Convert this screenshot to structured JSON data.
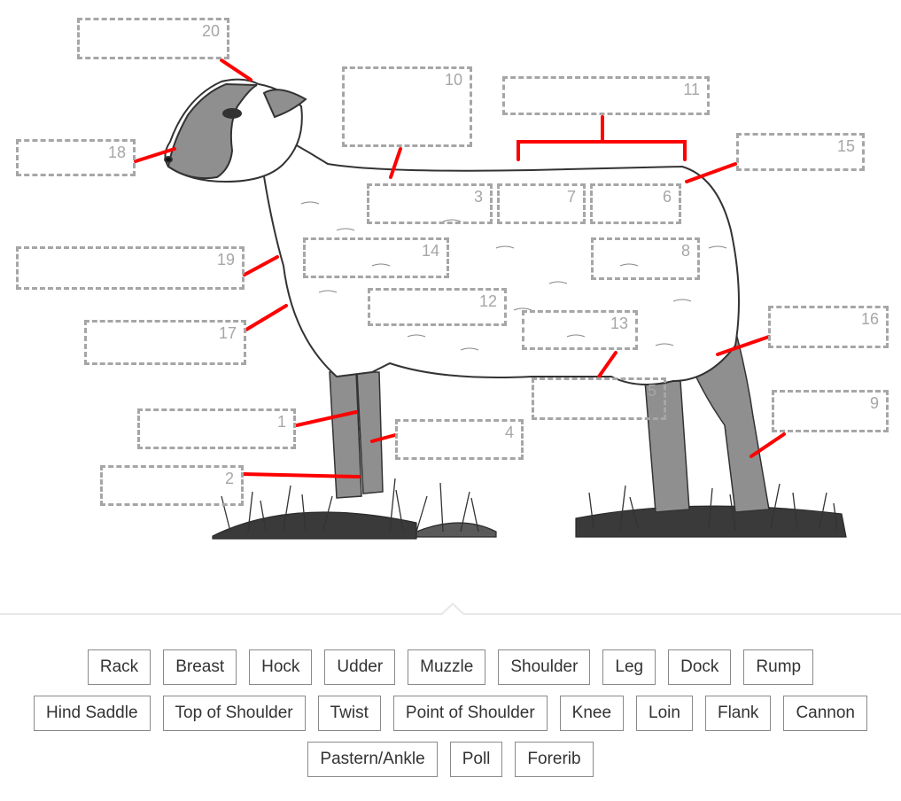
{
  "drop_zones": [
    {
      "number": "1"
    },
    {
      "number": "2"
    },
    {
      "number": "3"
    },
    {
      "number": "4"
    },
    {
      "number": "5"
    },
    {
      "number": "6"
    },
    {
      "number": "7"
    },
    {
      "number": "8"
    },
    {
      "number": "9"
    },
    {
      "number": "10"
    },
    {
      "number": "11"
    },
    {
      "number": "12"
    },
    {
      "number": "13"
    },
    {
      "number": "14"
    },
    {
      "number": "15"
    },
    {
      "number": "16"
    },
    {
      "number": "17"
    },
    {
      "number": "18"
    },
    {
      "number": "19"
    },
    {
      "number": "20"
    }
  ],
  "label_bank": {
    "row1": [
      "Rack",
      "Breast",
      "Hock",
      "Udder",
      "Muzzle",
      "Shoulder",
      "Leg",
      "Dock",
      "Rump"
    ],
    "row2": [
      "Hind Saddle",
      "Top of Shoulder",
      "Twist",
      "Point of Shoulder",
      "Knee",
      "Loin",
      "Flank",
      "Cannon"
    ],
    "row3": [
      "Pastern/Ankle",
      "Poll",
      "Forerib"
    ]
  },
  "colors": {
    "leader_line": "#ff0000",
    "drop_zone_border": "#a6a6a6",
    "chip_border": "#8a8a8a",
    "chip_text": "#333333",
    "sheep_dark": "#8f8f8f"
  }
}
